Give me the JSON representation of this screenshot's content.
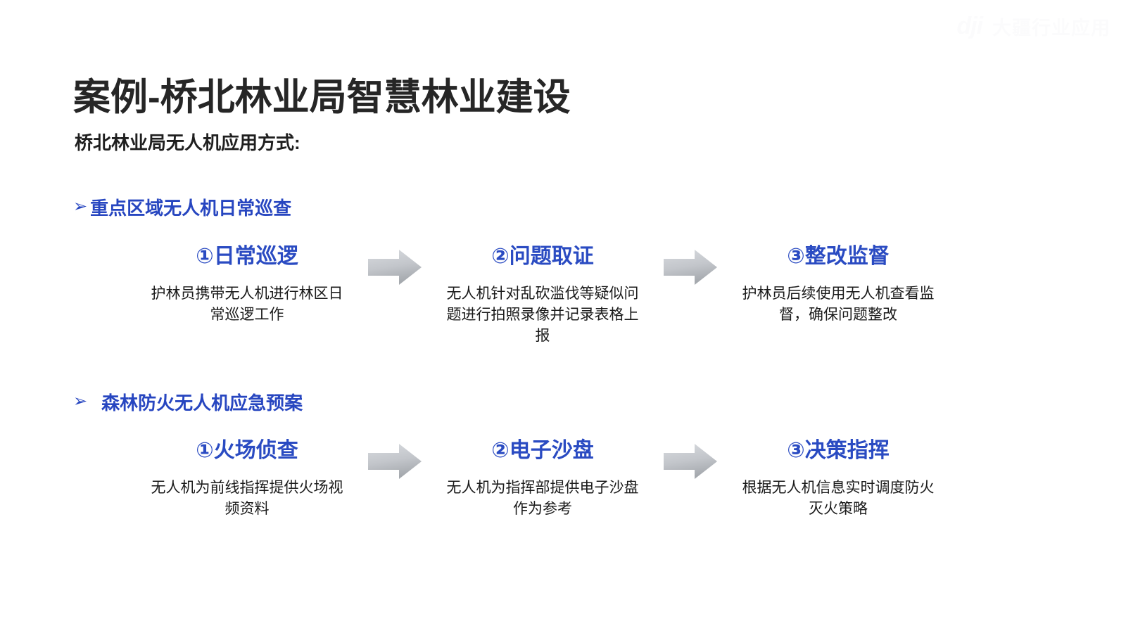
{
  "watermark": {
    "logo": "dji",
    "text": "大疆行业应用"
  },
  "slide": {
    "title": "案例-桥北林业局智慧林业建设",
    "subtitle": "桥北林业局无人机应用方式:"
  },
  "colors": {
    "accent_blue": "#2A4BC2",
    "section_blue": "#2746C0",
    "title_dark": "#262626",
    "arrow_gray_light": "#CFD2D6",
    "arrow_gray_dark": "#A7ABB0"
  },
  "sections": [
    {
      "bullet": "➢",
      "label": "重点区域无人机日常巡查",
      "steps": [
        {
          "heading": "①日常巡逻",
          "desc": "护林员携带无人机进行林区日常巡逻工作"
        },
        {
          "heading": "②问题取证",
          "desc": "无人机针对乱砍滥伐等疑似问题进行拍照录像并记录表格上报"
        },
        {
          "heading": "③整改监督",
          "desc": "护林员后续使用无人机查看监督，确保问题整改"
        }
      ]
    },
    {
      "bullet": "➢",
      "label": "森林防火无人机应急预案",
      "steps": [
        {
          "heading": "①火场侦查",
          "desc": "无人机为前线指挥提供火场视频资料"
        },
        {
          "heading": "②电子沙盘",
          "desc": "无人机为指挥部提供电子沙盘作为参考"
        },
        {
          "heading": "③决策指挥",
          "desc": "根据无人机信息实时调度防火灭火策略"
        }
      ]
    }
  ]
}
